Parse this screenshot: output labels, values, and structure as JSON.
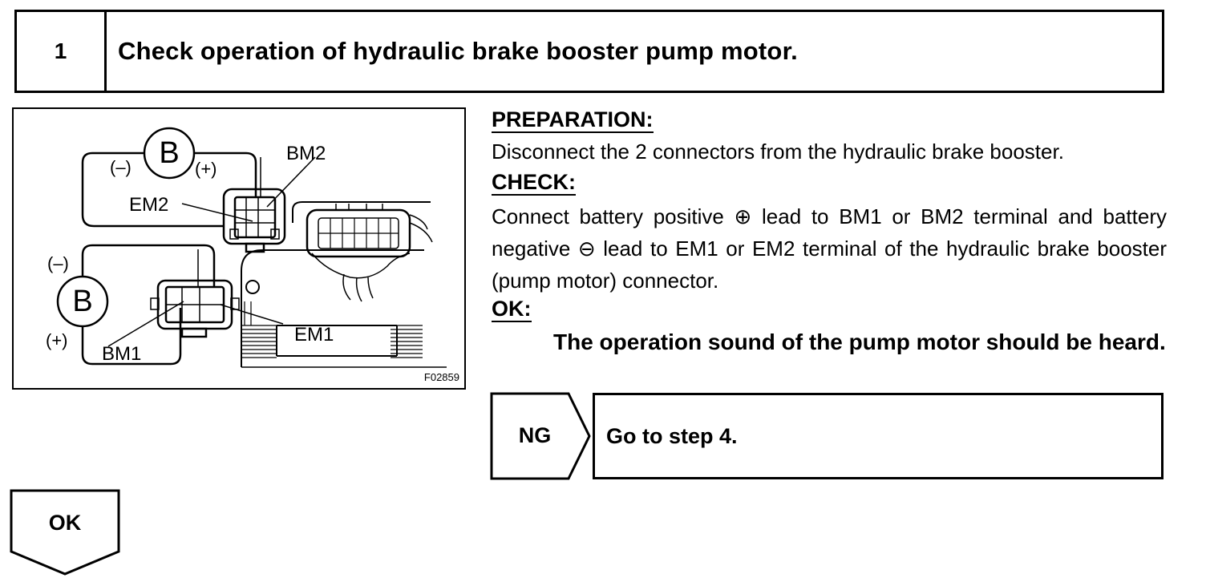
{
  "step": {
    "number": "1",
    "title": "Check operation of hydraulic brake booster pump motor."
  },
  "figure": {
    "id": "F02859",
    "battery_letter": "B",
    "minus_sign": "(–)",
    "plus_sign": "(+)",
    "labels": {
      "bm2": "BM2",
      "em2": "EM2",
      "em1": "EM1",
      "bm1": "BM1"
    }
  },
  "preparation": {
    "heading": "PREPARATION:",
    "text": "Disconnect the 2 connectors from the hydraulic brake booster."
  },
  "check": {
    "heading": "CHECK:",
    "text": "Connect battery positive ⊕ lead to BM1 or BM2 terminal and battery negative ⊖ lead to EM1 or EM2 terminal of the hydraulic brake booster (pump motor) connector."
  },
  "ok_section": {
    "heading": "OK:",
    "text": "The operation sound of the pump motor should be heard."
  },
  "ng": {
    "label": "NG",
    "action": "Go to step 4."
  },
  "ok_flow": {
    "label": "OK"
  }
}
